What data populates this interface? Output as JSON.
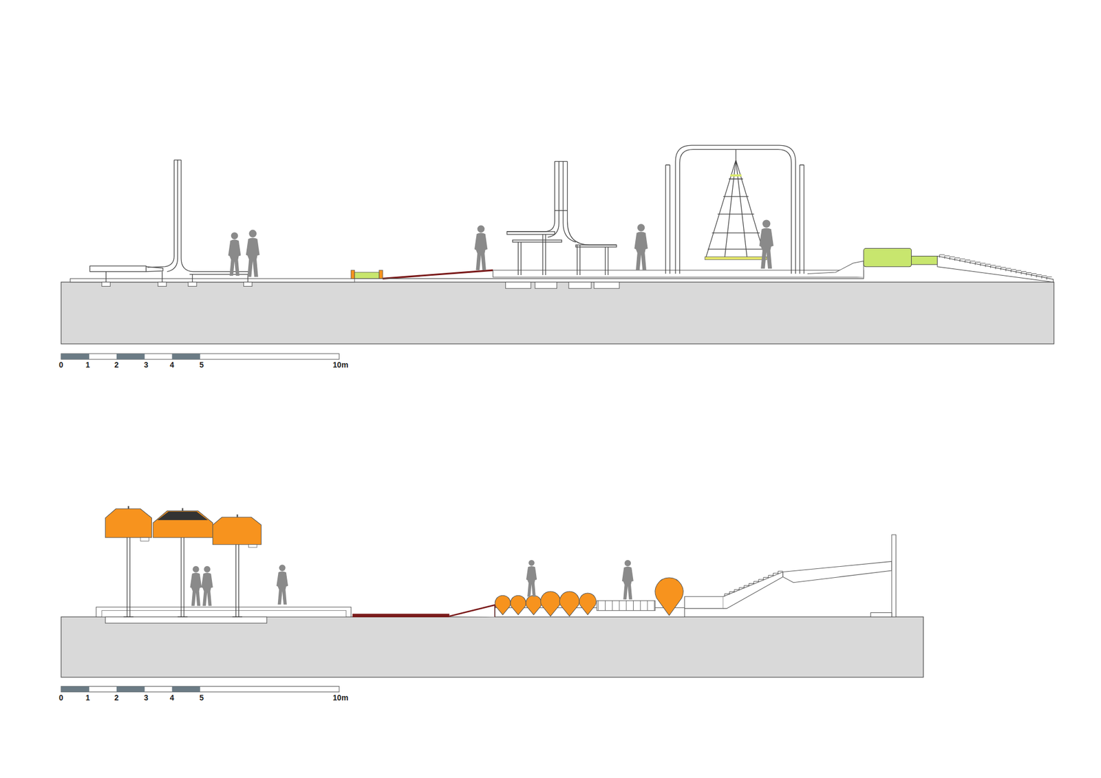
{
  "diagram": {
    "labels": [
      "0",
      "1",
      "2",
      "3",
      "4",
      "5",
      "10m",
      "0",
      "1",
      "2",
      "3",
      "4",
      "5",
      "10m"
    ]
  }
}
